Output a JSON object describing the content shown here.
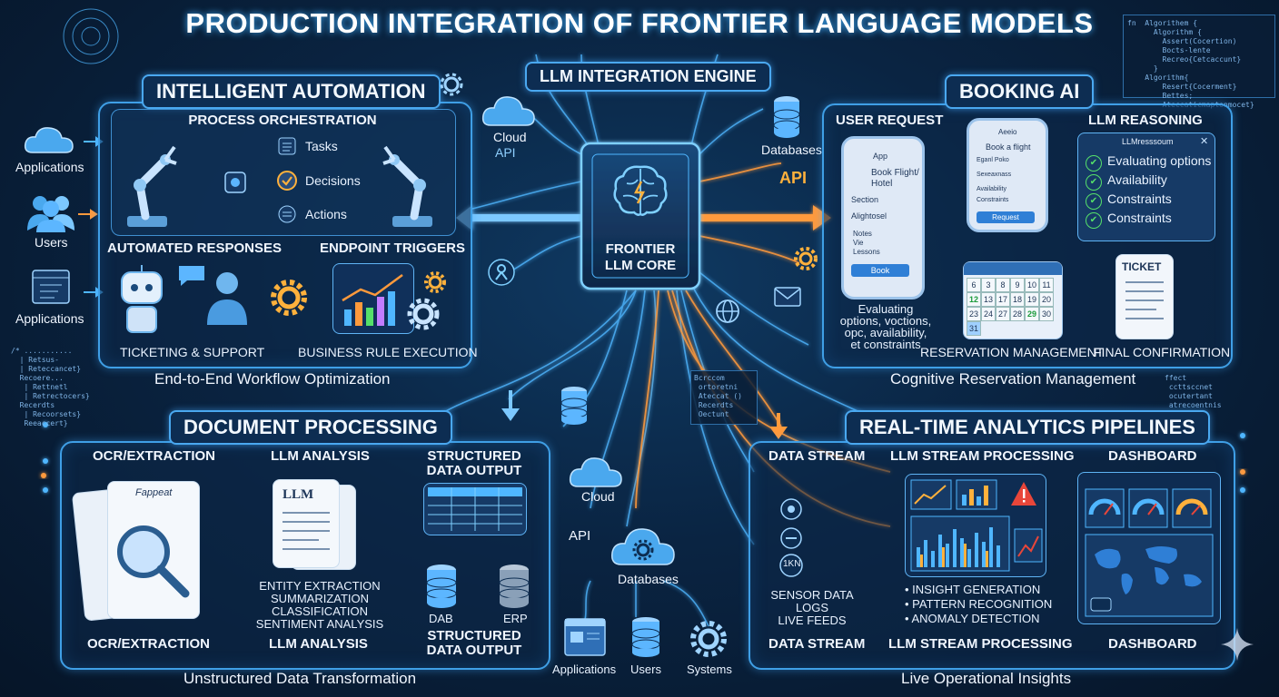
{
  "title": "PRODUCTION INTEGRATION OF FRONTIER LANGUAGE MODELS",
  "engine": {
    "title": "LLM INTEGRATION ENGINE",
    "core_line1": "FRONTIER",
    "core_line2": "LLM CORE",
    "cloud": "Cloud",
    "api_left": "API",
    "databases": "Databases",
    "api_right": "API"
  },
  "left_sources": [
    "Applications",
    "Users",
    "Applications"
  ],
  "automation": {
    "title": "INTELLIGENT AUTOMATION",
    "orchestration": "PROCESS ORCHESTRATION",
    "tasks": "Tasks",
    "decisions": "Decisions",
    "actions": "Actions",
    "responses": "AUTOMATED RESPONSES",
    "triggers": "ENDPOINT TRIGGERS",
    "ticketing": "TICKETING & SUPPORT",
    "business": "BUSINESS RULE EXECUTION",
    "caption": "End-to-End Workflow Optimization"
  },
  "booking": {
    "title": "BOOKING AI",
    "user_request": "USER REQUEST",
    "llm_reasoning": "LLM REASONING",
    "phone1": [
      "App",
      "Book Flight/",
      "Hotel",
      "Section",
      "Alightosel",
      "Notes",
      "Vie",
      "Lessons",
      "Book"
    ],
    "phone2": [
      "Aeeio",
      "Book a flight",
      "Eganl Poko",
      "Sexeaxnass",
      "Availability",
      "Constraints",
      "Request"
    ],
    "reasoning_header": "LLMresssoum",
    "checks": [
      "Evaluating options",
      "Availability",
      "Constraints",
      "Constraints"
    ],
    "evaluating": [
      "Evaluating",
      "options, voctions,",
      "opc, availability,",
      "et constraints"
    ],
    "calendar": [
      "6",
      "3",
      "8",
      "9",
      "10",
      "11",
      "12",
      "13",
      "17",
      "18",
      "19",
      "20",
      "23",
      "24",
      "27",
      "28",
      "29",
      "30",
      "31"
    ],
    "ticket": "TICKET",
    "reservation": "RESERVATION MANAGEMENT",
    "confirmation": "FINAL CONFIRMATION",
    "caption": "Cognitive Reservation Management"
  },
  "document": {
    "title": "DOCUMENT PROCESSING",
    "ocr_top": "OCR/EXTRACTION",
    "llm_top": "LLM ANALYSIS",
    "structured_top1": "STRUCTURED",
    "structured_top2": "DATA OUTPUT",
    "llm_doc": "LLM",
    "paper_head": "Fappeat",
    "tasks": [
      "ENTITY EXTRACTION",
      "SUMMARIZATION",
      "CLASSIFICATION",
      "SENTIMENT ANALYSIS"
    ],
    "dab": "DAB",
    "erp": "ERP",
    "ocr_bottom": "OCR/EXTRACTION",
    "llm_bottom": "LLM ANALYSIS",
    "structured_bot1": "STRUCTURED",
    "structured_bot2": "DATA OUTPUT",
    "caption": "Unstructured Data Transformation"
  },
  "middle": {
    "cloud": "Cloud",
    "api": "API",
    "databases": "Databases",
    "applications": "Applications",
    "users": "Users",
    "systems": "Systems"
  },
  "analytics": {
    "title": "REAL-TIME ANALYTICS PIPELINES",
    "stream_top": "DATA STREAM",
    "processing_top": "LLM STREAM PROCESSING",
    "dashboard_top": "DASHBOARD",
    "node_label": "1KN",
    "sources": [
      "SENSOR DATA",
      "LOGS",
      "LIVE FEEDS"
    ],
    "insights": [
      "INSIGHT GENERATION",
      "PATTERN RECOGNITION",
      "ANOMALY DETECTION"
    ],
    "stream_bottom": "DATA STREAM",
    "processing_bottom": "LLM STREAM PROCESSING",
    "dashboard_bottom": "DASHBOARD",
    "caption": "Live Operational Insights"
  },
  "colors": {
    "accent_blue": "#3fb0ff",
    "accent_orange": "#ff9a3c",
    "check_green": "#55e06a",
    "alert_red": "#e8463a"
  }
}
